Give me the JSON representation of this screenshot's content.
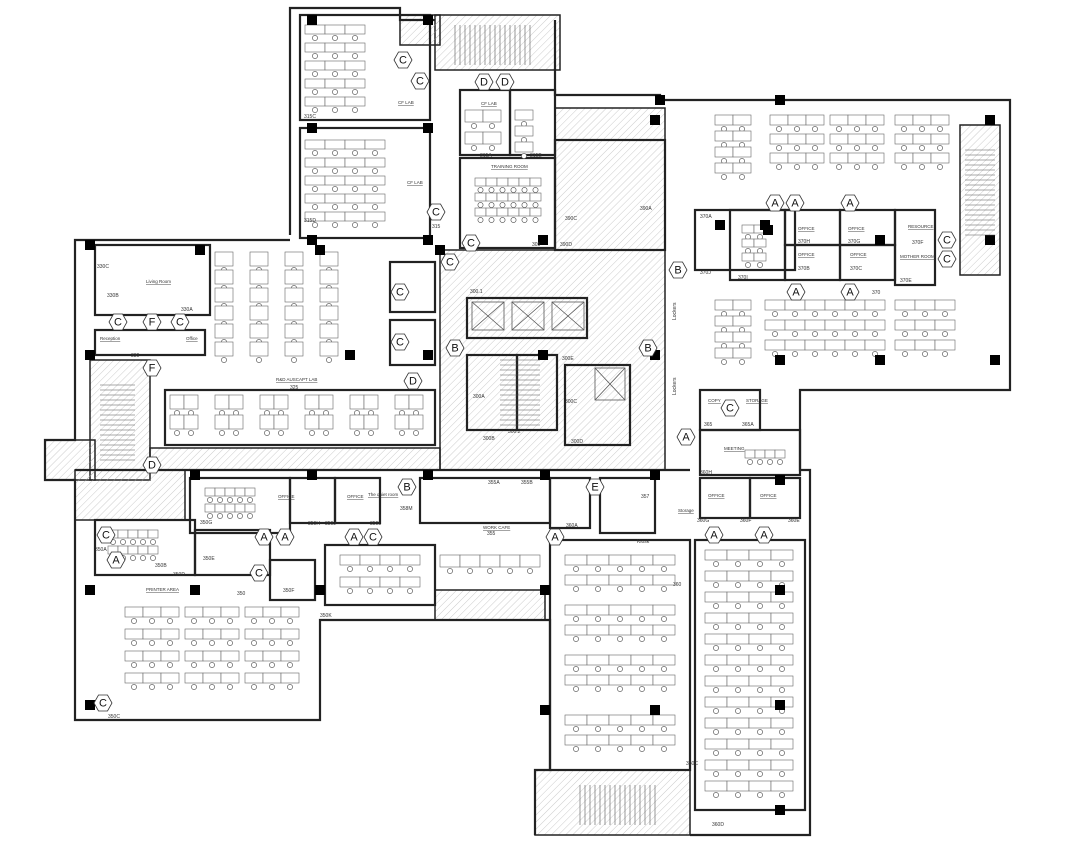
{
  "plan": {
    "rooms": {
      "r315c": "315C",
      "r315d": "315D",
      "r315": "315",
      "r315a": "315A",
      "r315b": "315B",
      "cflab": "CF LAB",
      "training": "TRAINING ROOM",
      "r305": "305",
      "r390c": "390C",
      "r390a": "390A",
      "r390d": "390D",
      "r3001": "300.1",
      "r300a": "300A",
      "r300b": "300B",
      "r3002": "300.2",
      "r300c": "300C",
      "r300d": "300D",
      "r300e": "300E",
      "r330c": "330C",
      "r330b": "330B",
      "living": "Living Room",
      "r330a": "330A",
      "reception": "Reception",
      "office": "Office",
      "r330": "330",
      "rdlab": "R&D AUSCAPT LAB",
      "r325": "325",
      "r370a": "370A",
      "r370j": "370J",
      "r370i": "370I",
      "r370h": "370H",
      "r370g": "370G",
      "r370b": "370B",
      "r370c": "370C",
      "r370f": "370F",
      "r370e": "370E",
      "r370": "370",
      "officeCaps": "OFFICE",
      "resource": "RESOURCE",
      "mother": "MOTHER ROOM",
      "copy": "COPY",
      "storage": "STORAGE",
      "r365": "365",
      "r365a": "365A",
      "meeting": "MEETING",
      "r360h": "360H",
      "r360g": "360G",
      "r360f": "360F",
      "r360e": "360E",
      "storageLower": "Storage",
      "kiosk": "Kiosk",
      "r357": "357",
      "r355a": "355A",
      "r355b": "355B",
      "workcafe": "WORK CAFE",
      "r355": "355",
      "r358m": "358M",
      "r360a": "360A",
      "r350a": "350A",
      "r350b": "350B",
      "r350c": "350C",
      "r350d": "350D",
      "r350e": "350E",
      "r350f": "350F",
      "r350g": "350G",
      "r350h": "350H",
      "r350j": "350J",
      "r350l": "350L",
      "r350k": "350K",
      "quiet": "The quiet room",
      "printer": "PRINTER AREA",
      "r350": "350",
      "r360": "360",
      "r360c": "360C",
      "r360d": "360D",
      "lockers": "Lockers"
    },
    "door_tags": [
      "C",
      "C",
      "D",
      "D",
      "C",
      "C",
      "C",
      "C",
      "C",
      "D",
      "B",
      "B",
      "B",
      "C",
      "F",
      "C",
      "F",
      "C",
      "A",
      "D",
      "B",
      "E",
      "A",
      "A",
      "A",
      "C",
      "C",
      "A",
      "A",
      "C",
      "A",
      "A",
      "A",
      "A",
      "A",
      "A",
      "A",
      "C",
      "C",
      "C"
    ]
  }
}
